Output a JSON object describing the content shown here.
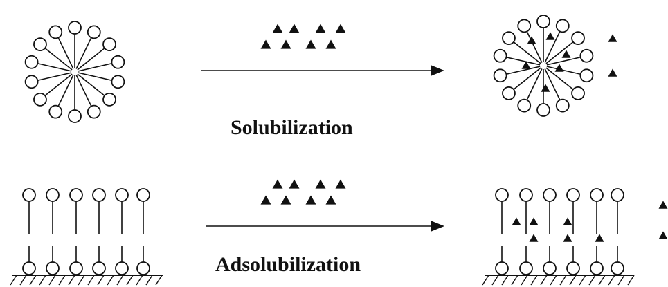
{
  "labels": {
    "solubilization": "Solubilization",
    "adsolubilization": "Adsolubilization"
  },
  "colors": {
    "stroke": "#111111",
    "fill": "#111111",
    "background": "#ffffff"
  },
  "diagram": {
    "rows": [
      {
        "process": "solubilization",
        "micelle_heads": 14,
        "solutes_before": 8,
        "solutes_after_inside": 6,
        "solutes_after_outside": 2
      },
      {
        "process": "adsolubilization",
        "surface_monomers": 6,
        "solutes_before": 8,
        "solutes_after_inside": 6,
        "solutes_after_outside": 2
      }
    ]
  }
}
